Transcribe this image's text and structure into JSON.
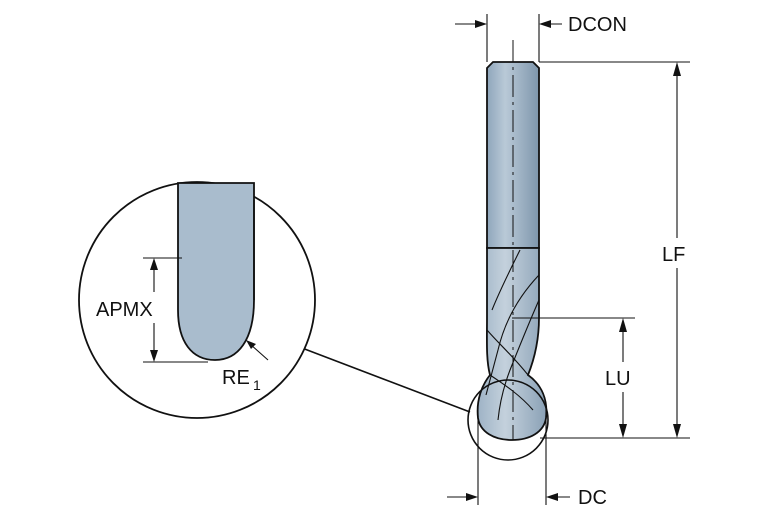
{
  "labels": {
    "dcon": "DCON",
    "lf": "LF",
    "lu": "LU",
    "dc": "DC",
    "apmx": "APMX",
    "re": "RE",
    "re_sub": "1"
  },
  "colors": {
    "shank": "#a9bccd",
    "shank_dark": "#7f97ad",
    "cutting_head": "#b6c4d2",
    "line": "#111111",
    "background": "#ffffff"
  }
}
